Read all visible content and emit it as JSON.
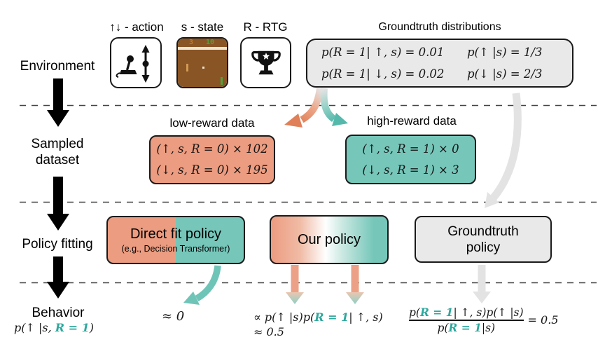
{
  "colors": {
    "salmon": "#EC9C80",
    "teal": "#76C7BA",
    "teal_text": "#2EA89D",
    "gray_fill": "#E9E9E9",
    "gray_arrow": "#E3E3E3"
  },
  "legend": {
    "action_label": "↑↓ - action",
    "state_label": "s - state",
    "rtg_label": "R - RTG"
  },
  "rows": {
    "environment": "Environment",
    "sampled_dataset": "Sampled dataset",
    "policy_fitting": "Policy fitting",
    "behavior": "Behavior"
  },
  "groundtruth": {
    "title": "Groundtruth distributions",
    "lines_left": [
      "p(R = 1| ↑, s) = 0.01",
      "p(R = 1| ↓, s) = 0.02"
    ],
    "lines_right": [
      "p(↑ |s) = 1/3",
      "p(↓ |s) = 2/3"
    ]
  },
  "dataset": {
    "low_label": "low-reward data",
    "low_lines": [
      "(↑, s, R = 0) × 102",
      "(↓, s, R = 0) × 195"
    ],
    "high_label": "high-reward data",
    "high_lines": [
      "(↑, s, R = 1) × 0",
      "(↓, s, R = 1) × 3"
    ]
  },
  "policies": {
    "direct_fit_title": "Direct fit policy",
    "direct_fit_subtitle": "(e.g., Decision Transformer)",
    "our_title": "Our policy",
    "groundtruth_title": "Groundtruth policy"
  },
  "behavior": {
    "left_formula": {
      "pre": "p(↑ |s, ",
      "teal": "R = 1",
      "post": ")"
    },
    "direct_value": "≈ 0",
    "our_line1": {
      "pre": "∝ p(↑ |s)p(",
      "teal": "R = 1",
      "post": "| ↑, s)"
    },
    "our_line2": "≈ 0.5",
    "gt_numerator": {
      "pre": "p(",
      "teal": "R = 1",
      "post": "| ↑, s)p(↑ |s)"
    },
    "gt_denominator": {
      "pre": "p(",
      "teal": "R = 1",
      "post": "|s)"
    },
    "gt_value": "= 0.5"
  },
  "pong": {
    "score_left": "3",
    "score_right": "10"
  }
}
